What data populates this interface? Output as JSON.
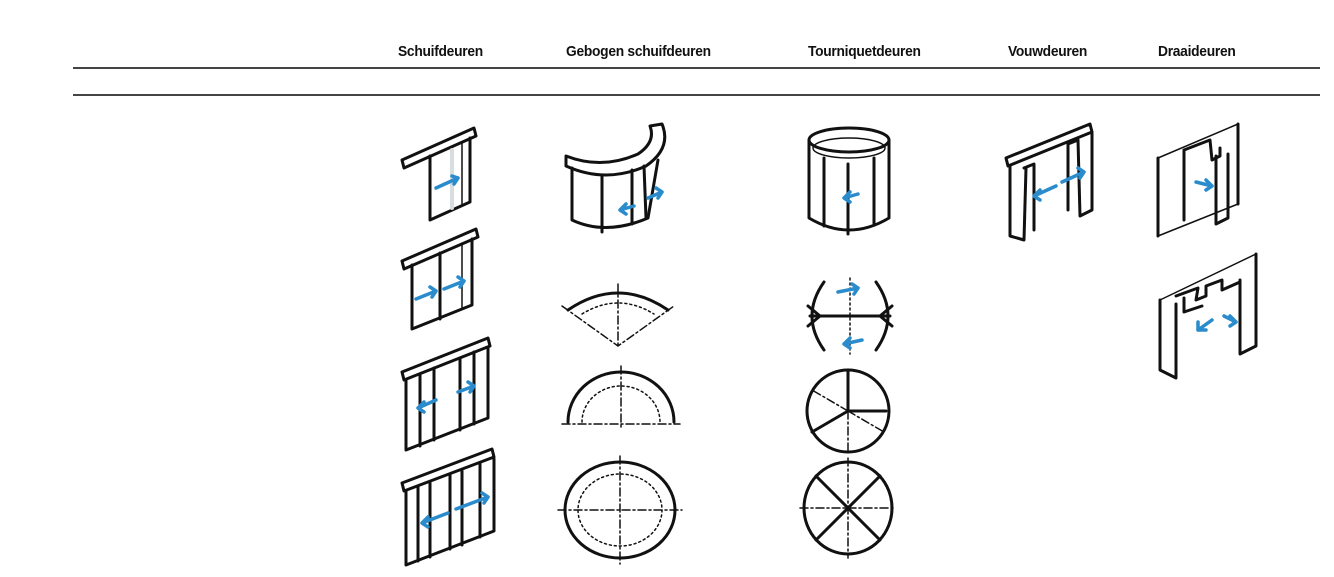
{
  "columns": [
    {
      "label": "Schuifdeuren"
    },
    {
      "label": "Gebogen schuifdeuren"
    },
    {
      "label": "Tourniquetdeuren"
    },
    {
      "label": "Vouwdeuren"
    },
    {
      "label": "Draaideuren"
    }
  ],
  "colors": {
    "arrow": "#2a8ccc",
    "line": "#111111"
  }
}
